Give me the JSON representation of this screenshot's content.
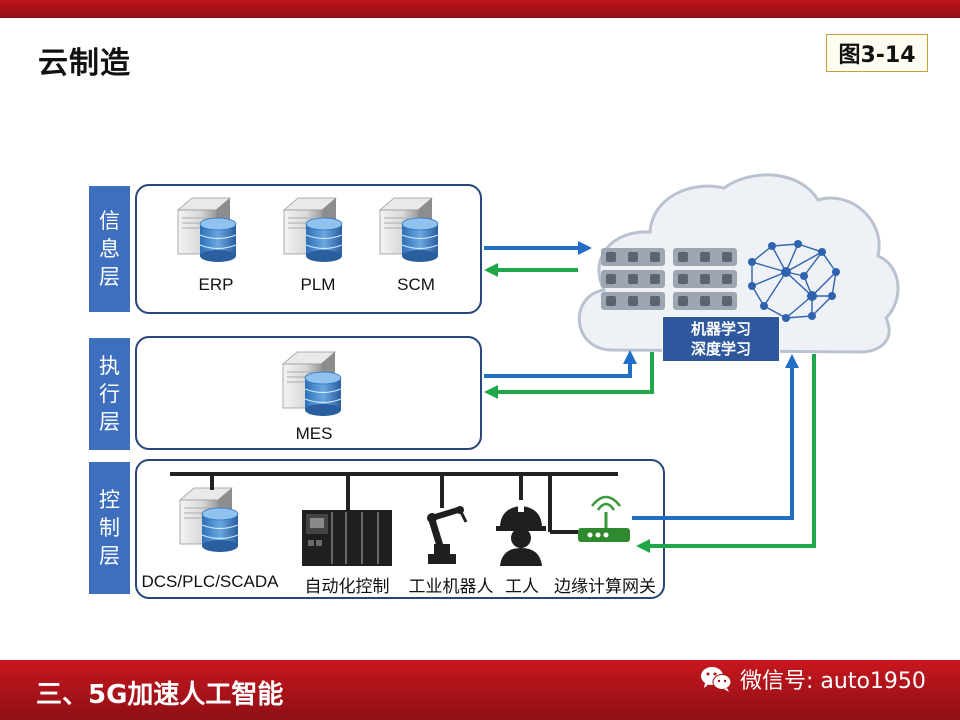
{
  "slide": {
    "title": "云制造",
    "figure_label": "图3-14",
    "footer": "三、5G加速人工智能",
    "watermark": "微信号: auto1950"
  },
  "layers": [
    {
      "name": "信息层",
      "chars": [
        "信",
        "息",
        "层"
      ],
      "items": [
        "ERP",
        "PLM",
        "SCM"
      ]
    },
    {
      "name": "执行层",
      "chars": [
        "执",
        "行",
        "层"
      ],
      "items": [
        "MES"
      ]
    },
    {
      "name": "控制层",
      "chars": [
        "控",
        "制",
        "层"
      ],
      "items": [
        "DCS/PLC/SCADA",
        "自动化控制",
        "工业机器人",
        "工人",
        "边缘计算网关"
      ]
    }
  ],
  "cloud": {
    "label_line1": "机器学习",
    "label_line2": "深度学习"
  },
  "colors": {
    "banner_red": "#b3141b",
    "layer_tab_blue": "#3d6fbe",
    "panel_border": "#27467c",
    "arrow_blue": "#1f6fc6",
    "arrow_green": "#1fa84a",
    "cloud_fill": "#eef2f7"
  },
  "icons": [
    "server-database-icon",
    "server-rack-icon",
    "neural-network-icon",
    "plc-cabinet-icon",
    "robot-arm-icon",
    "worker-icon",
    "router-icon",
    "wechat-icon"
  ]
}
